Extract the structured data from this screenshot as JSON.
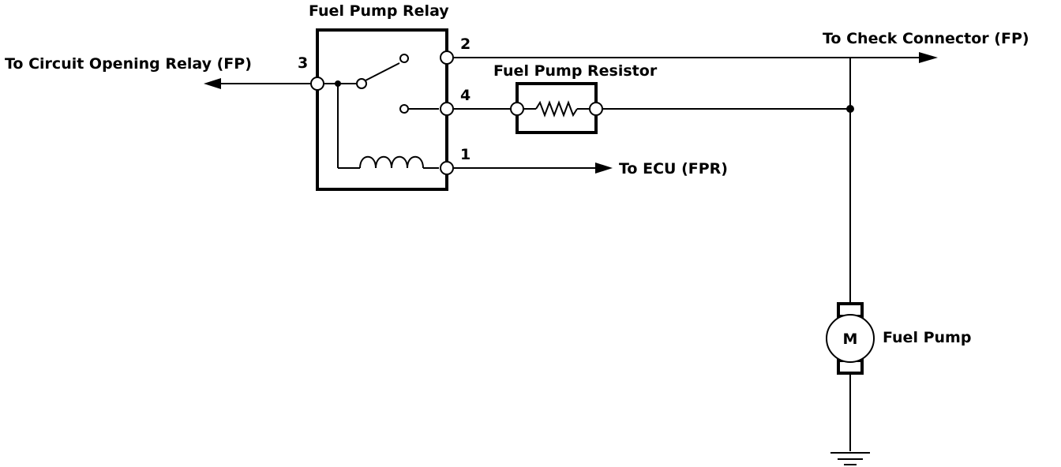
{
  "labels": {
    "relay_title": "Fuel Pump Relay",
    "to_circuit_opening_relay": "To Circuit Opening Relay (FP)",
    "to_check_connector": "To Check Connector (FP)",
    "resistor_title": "Fuel Pump Resistor",
    "to_ecu": "To ECU (FPR)",
    "fuel_pump": "Fuel Pump",
    "motor_letter": "M"
  },
  "pins": {
    "pin3": "3",
    "pin2": "2",
    "pin4": "4",
    "pin1": "1"
  },
  "colors": {
    "line": "#000000",
    "background": "#ffffff"
  },
  "icons": {
    "relay_coil": "coil-icon",
    "relay_switch": "switch-icon",
    "resistor": "resistor-icon",
    "motor": "motor-icon",
    "ground": "ground-icon",
    "arrow": "arrow-icon"
  }
}
